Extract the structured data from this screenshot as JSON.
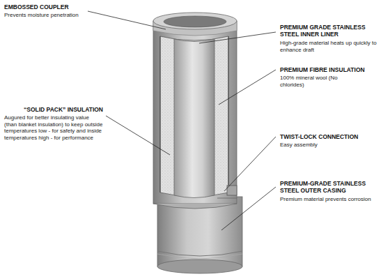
{
  "diagram": {
    "labels": [
      "EMBOSSED COUPLER",
      "Prevents moisture penetration",
      "PREMIUM GRADE STAINLESS STEEL INNER LINER",
      "High-grade material heats up quickly to enhance draft",
      "“SOLID PACK” INSULATION",
      "Augured for better insulating value (than blanket insulation) to keep outside temperatures low - for safety and inside temperatures high - for performance",
      "PREMIUM FIBRE INSULATION",
      "100% mineral wool (No chlorides)",
      "TWIST-LOCK CONNECTION",
      "Easy assembly",
      "PREMIUM-GRADE STAINLESS STEEL OUTER CASING",
      "Premium material prevents corrosion"
    ]
  }
}
